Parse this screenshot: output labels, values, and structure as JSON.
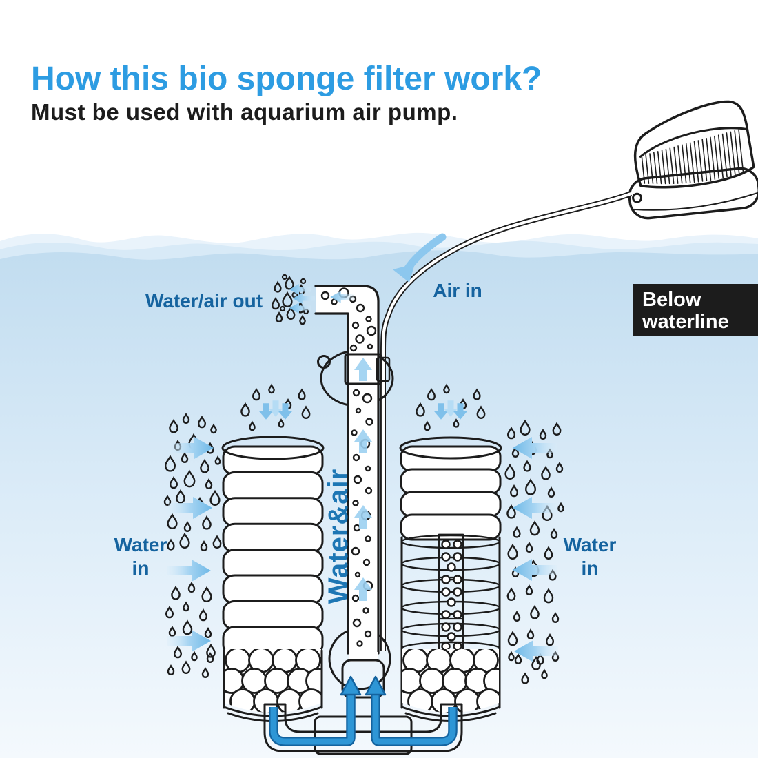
{
  "page": {
    "title": "How this bio sponge filter work?",
    "subtitle": "Must be used with aquarium air pump."
  },
  "labels": {
    "water_air_out": "Water/air out",
    "air_in": "Air in",
    "water_and_air": "Water&air",
    "below_waterline_line1": "Below",
    "below_waterline_line2": "waterline",
    "water_in_left_line1": "Water",
    "water_in_left_line2": "in",
    "water_in_right_line1": "Water",
    "water_in_right_line2": "in"
  },
  "colors": {
    "title_blue": "#2d9ce2",
    "label_blue": "#15639f",
    "vertical_label_blue": "#1d76b4",
    "arrow_light_blue": "#8cc7ee",
    "flow_pipe_blue": "#2e96d6",
    "flow_pipe_dark_blue": "#14639f",
    "outline_black": "#1c1c1c",
    "water_surface_blue": "#c2ddf0",
    "water_bottom_fade": "#f4f9fd",
    "below_waterline_box_bg": "#1c1c1c",
    "below_waterline_box_text": "#ffffff"
  }
}
